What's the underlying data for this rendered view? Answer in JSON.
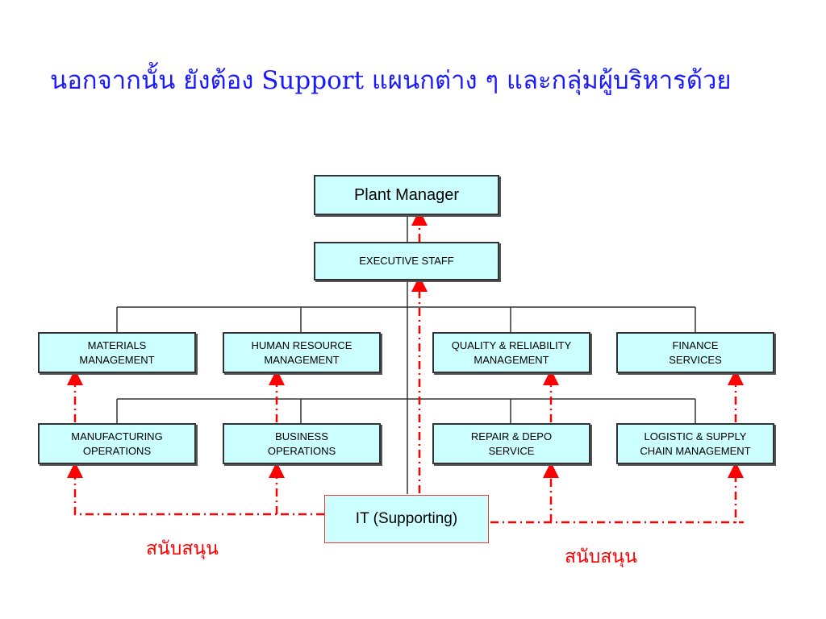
{
  "slide": {
    "title": "นอกจากนั้น ยังต้อง Support แผนกต่าง ๆ และกลุ่มผู้บริหารด้วย",
    "title_color": "#1a1aff"
  },
  "org_chart": {
    "plant_manager": "Plant Manager",
    "executive_staff": "EXECUTIVE STAFF",
    "management": [
      "MATERIALS\nMANAGEMENT",
      "HUMAN RESOURCE\nMANAGEMENT",
      "QUALITY & RELIABILITY\nMANAGEMENT",
      "FINANCE\nSERVICES"
    ],
    "operations": [
      "MANUFACTURING\nOPERATIONS",
      "BUSINESS\nOPERATIONS",
      "REPAIR & DEPO\nSERVICE",
      "LOGISTIC & SUPPLY\nCHAIN MANAGEMENT"
    ],
    "it": "IT (Supporting)",
    "box_fill": "#ccffff",
    "support_line_color": "#ff0000"
  },
  "labels": {
    "support_left": "สนับสนุน",
    "support_right": "สนับสนุน"
  }
}
